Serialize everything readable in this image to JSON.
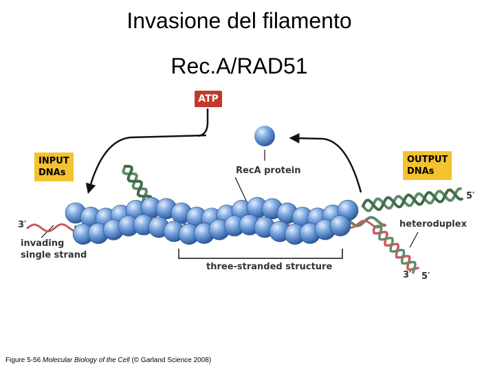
{
  "title": {
    "line1": "Invasione del filamento",
    "line2": "Rec.A/RAD51"
  },
  "labels": {
    "atp": "ATP",
    "input_line1": "INPUT",
    "input_line2": "DNAs",
    "output_line1": "OUTPUT",
    "output_line2": "DNAs",
    "reca_protein": "RecA protein",
    "three_stranded": "three-stranded structure",
    "heteroduplex": "heteroduplex",
    "invading_line1": "invading",
    "invading_line2": "single strand",
    "end_3_left": "3′",
    "end_5_right": "5′",
    "end_3_bottom": "3′",
    "end_5_bottom": "5′"
  },
  "caption": {
    "figure": "Figure 5-56",
    "book": "Molecular Biology of the Cell",
    "credit": "(© Garland Science 2008)"
  },
  "colors": {
    "atp_box": "#c0392b",
    "label_box": "#f2c230",
    "protein": "#5b8fd6",
    "protein_highlight": "#cfe0f7",
    "dna_green": "#5f8a6a",
    "dna_red": "#c85a5a"
  }
}
